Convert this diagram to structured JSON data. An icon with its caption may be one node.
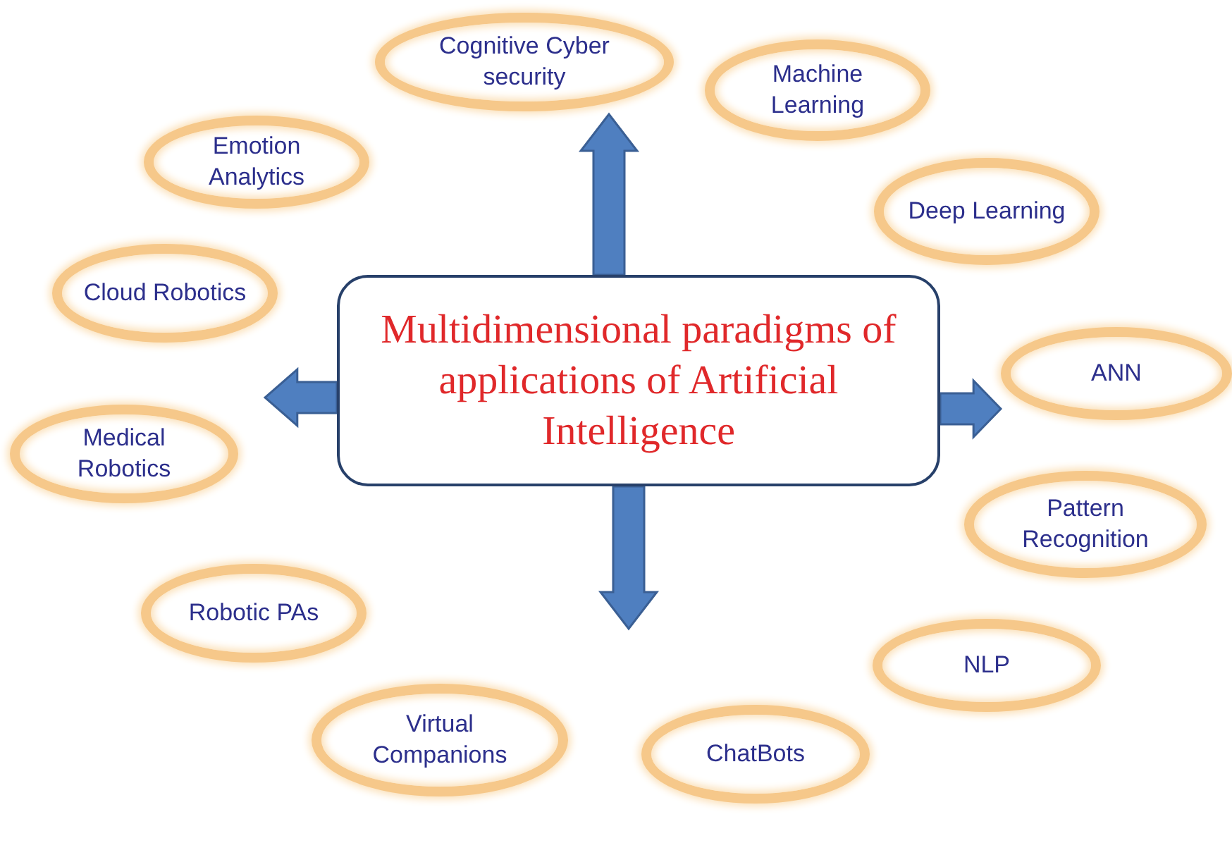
{
  "diagram": {
    "nodes": [
      {
        "text": [
          "Multidimensional paradigms of applications of Artificial Intelligence"
        ]
      },
      {
        "text": [
          "Cognitive Cyber security"
        ]
      },
      {
        "text": [
          "Machine Learning"
        ]
      },
      {
        "text": [
          "Emotion Analytics"
        ]
      },
      {
        "text": [
          "Deep Learning"
        ]
      },
      {
        "text": [
          "Cloud Robotics"
        ]
      },
      {
        "text": [
          "ANN"
        ]
      },
      {
        "text": [
          "Medical Robotics"
        ]
      },
      {
        "text": [
          "Pattern Recognition"
        ]
      },
      {
        "text": [
          "Robotic PAs"
        ]
      },
      {
        "text": [
          "NLP"
        ]
      },
      {
        "text": [
          "Virtual Companions"
        ]
      },
      {
        "text": [
          "ChatBots"
        ]
      }
    ],
    "edges": [
      {
        "from": 0,
        "to": 1,
        "arrow": "to"
      },
      {
        "from": 0,
        "to": null,
        "arrow": "to"
      },
      {
        "from": 0,
        "to": 6,
        "arrow": "to"
      },
      {
        "from": 0,
        "to": null,
        "arrow": "to"
      }
    ]
  }
}
